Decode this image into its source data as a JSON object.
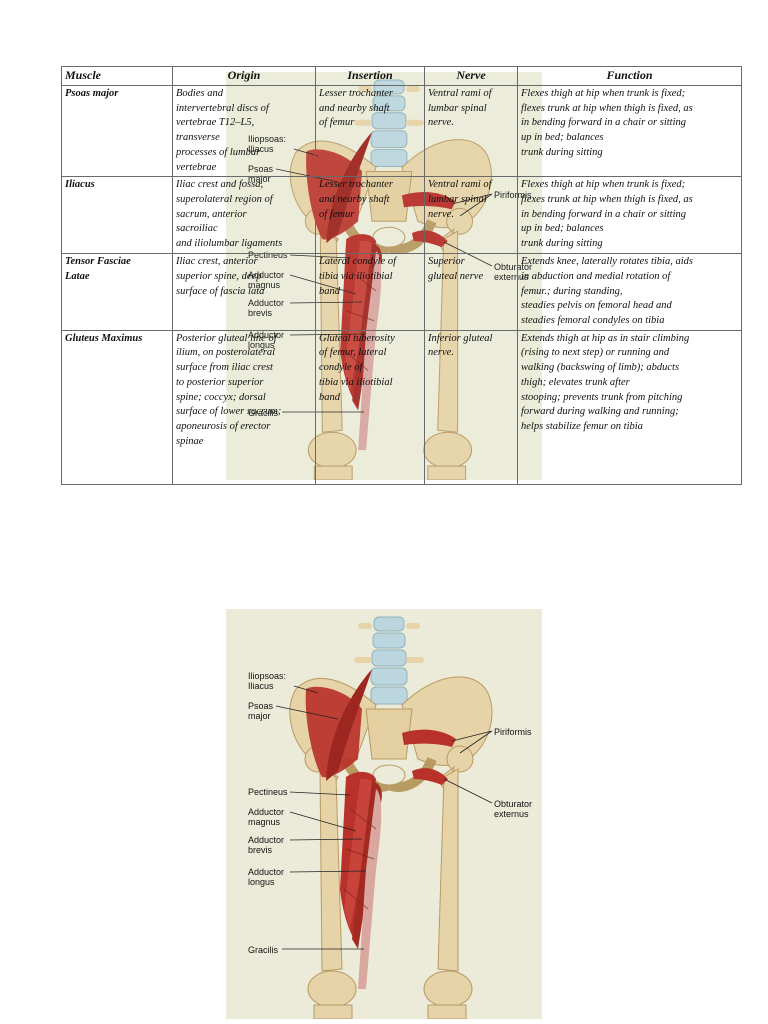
{
  "table": {
    "headers": [
      "Muscle",
      "Origin",
      "Insertion",
      "Nerve",
      "Function"
    ],
    "rows": [
      {
        "muscle": "Psoas major",
        "origin": "Bodies and\nintervertebral discs of\nvertebrae T12–L5,\ntransverse\nprocesses of lumbar\nvertebrae",
        "insertion": "Lesser trochanter\nand nearby shaft\nof femur",
        "nerve": "Ventral rami of\nlumbar spinal\nnerve.",
        "function": "Flexes thigh at hip when trunk is fixed;\nflexes trunk at hip when thigh is fixed, as\nin bending forward in a chair or sitting\nup in bed; balances\ntrunk during sitting"
      },
      {
        "muscle": "Iliacus",
        "origin": "Iliac crest and fossa,\nsuperolateral region of\nsacrum, anterior\nsacroiliac\nand iliolumbar ligaments",
        "insertion": "Lesser trochanter\nand nearby shaft\nof femur",
        "nerve": "Ventral rami of\nlumbar spinal\nnerve.",
        "function": "Flexes thigh at hip when trunk is fixed;\nflexes trunk at hip when thigh is fixed, as\nin bending forward in a chair or sitting\nup in bed; balances\ntrunk during sitting"
      },
      {
        "muscle": "Tensor Fasciae\nLatae",
        "origin": "Iliac crest, anterior\nsuperior spine, deep\nsurface of fascia lata",
        "insertion": "Lateral condyle of\ntibia via iliotibial\nband",
        "nerve": "Superior\ngluteal nerve",
        "function": "Extends knee, laterally rotates tibia, aids\nin abduction and medial rotation of\nfemur.; during standing,\nsteadies pelvis on femoral head and\nsteadies femoral condyles on tibia"
      },
      {
        "muscle": "Gluteus Maximus",
        "origin": "Posterior gluteal line of\nilium, on posterolateral\nsurface from iliac crest\nto posterior superior\nspine; coccyx; dorsal\nsurface of lower sacrum;\naponeurosis of erector\nspinae",
        "insertion": "Gluteal tuberosity\nof femur, lateral\ncondyle of\ntibia via iliotibial\nband",
        "nerve": "Inferior gluteal\nnerve.",
        "function": "Extends thigh at hip as in stair climbing\n(rising to next step) or running and\nwalking (backswing of limb); abducts\nthigh; elevates trunk after\nstooping; prevents trunk from pitching\nforward during walking and running;\nhelps stabilize femur on tibia"
      }
    ]
  },
  "figure": {
    "labels": {
      "iliopsoas": "Iliopsoas:\nIliacus",
      "psoas_major": "Psoas\nmajor",
      "piriformis": "Piriformis",
      "obturator_externus": "Obturator\nexternus",
      "pectineus": "Pectineus",
      "adductor_magnus": "Adductor\nmagnus",
      "adductor_brevis": "Adductor\nbrevis",
      "adductor_longus": "Adductor\nlongus",
      "gracilis": "Gracilis"
    },
    "colors": {
      "bone": "#e6d3a8",
      "muscle": "#b8312a",
      "vertebra": "#bcd6df",
      "background": "#ecebd9"
    }
  }
}
